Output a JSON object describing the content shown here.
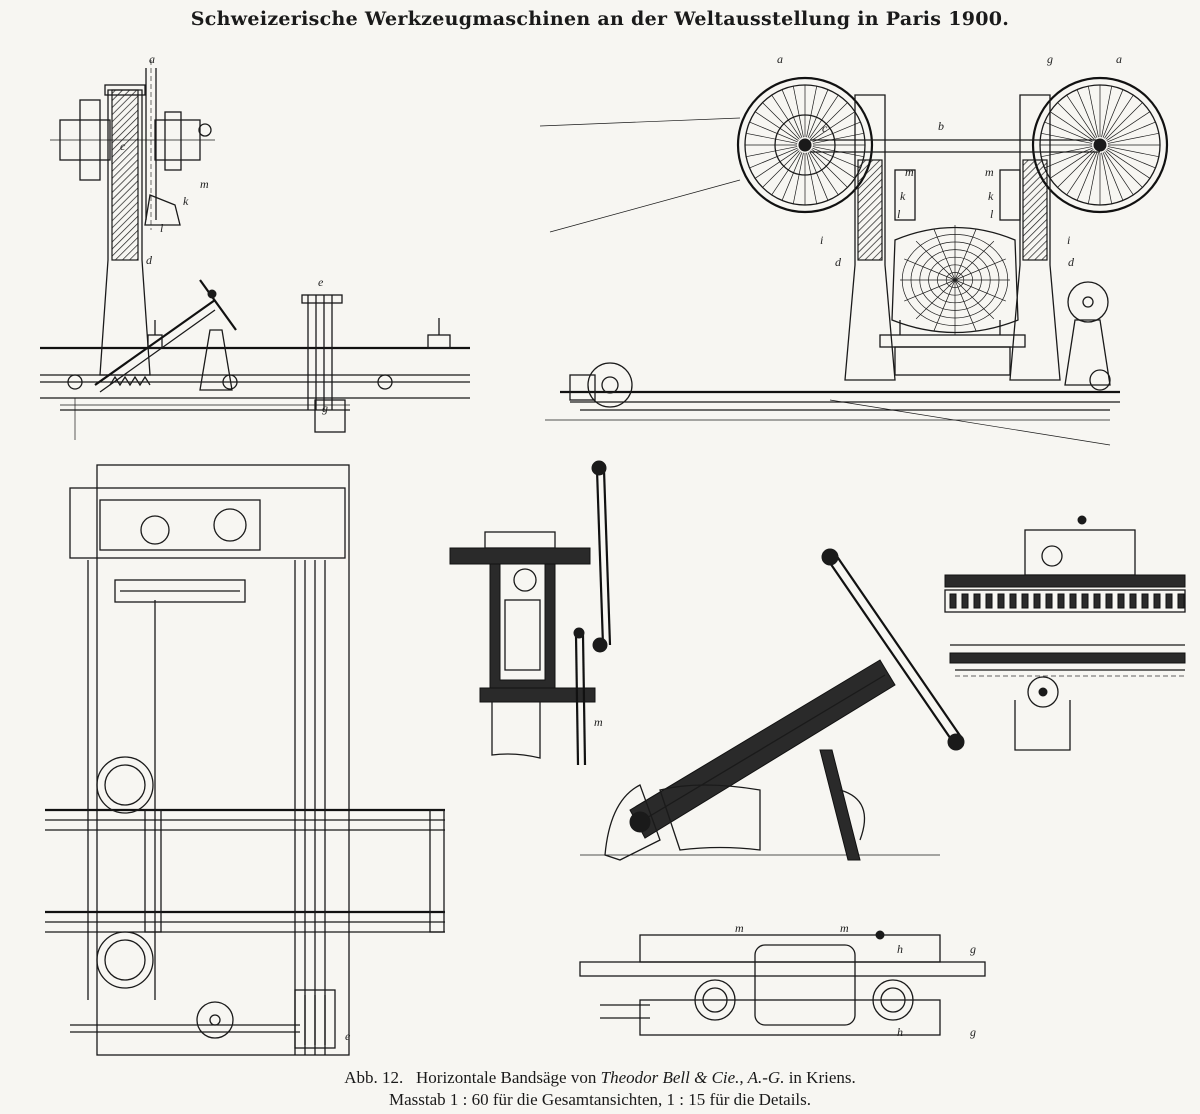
{
  "header": {
    "title": "Schweizerische Werkzeugmaschinen an der Weltausstellung in Paris 1900."
  },
  "caption": {
    "fig_label": "Abb. 12.",
    "text_a": "Horizontale Bandsäge von",
    "maker": "Theodor Bell & Cie., A.-G.",
    "text_b": "in Kriens.",
    "scale_line": "Masstab 1 : 60 für die Gesamtansichten, 1 : 15 für die Details."
  },
  "labels": {
    "side_view": [
      "a",
      "c",
      "m",
      "k",
      "l",
      "d",
      "e",
      "g"
    ],
    "front_view": [
      "a",
      "g",
      "a",
      "b",
      "c",
      "m",
      "m",
      "k",
      "k",
      "l",
      "l",
      "i",
      "i",
      "d",
      "d"
    ],
    "plan_view": [
      "e"
    ],
    "detail_m": "m",
    "bottom_detail": [
      "m",
      "m",
      "h",
      "g",
      "h",
      "g"
    ]
  }
}
